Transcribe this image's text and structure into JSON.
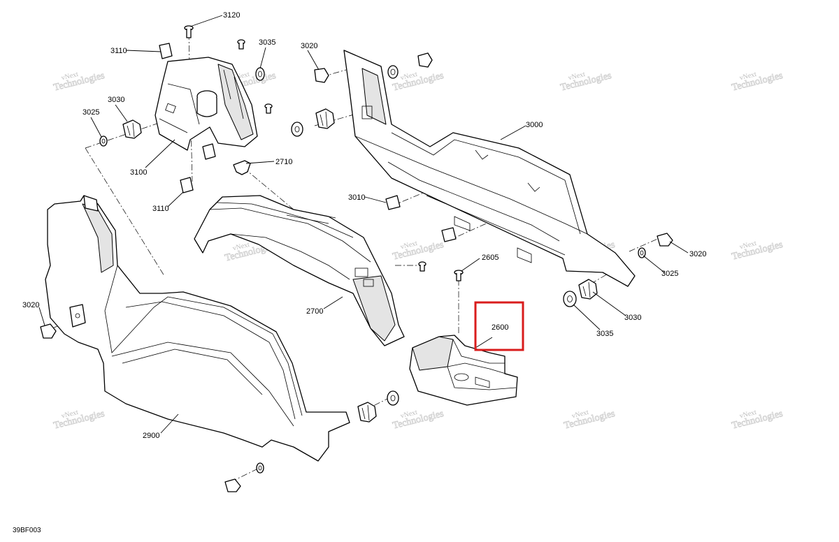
{
  "figure_code": "39BF003",
  "watermark": {
    "line1": "vNext",
    "line2": "Technologies"
  },
  "highlight_color": "#d91c1c",
  "callouts": {
    "c3120": "3120",
    "c3110_top": "3110",
    "c3035_top": "3035",
    "c3020_top": "3020",
    "c3030_left": "3030",
    "c3025_left": "3025",
    "c3100": "3100",
    "c2710": "2710",
    "c3110_bottom": "3110",
    "c3000": "3000",
    "c3010": "3010",
    "c2605": "2605",
    "c2700": "2700",
    "c2600": "2600",
    "c3020_left": "3020",
    "c2900": "2900",
    "c3020_right": "3020",
    "c3025_right": "3025",
    "c3030_right": "3030",
    "c3035_right": "3035"
  }
}
